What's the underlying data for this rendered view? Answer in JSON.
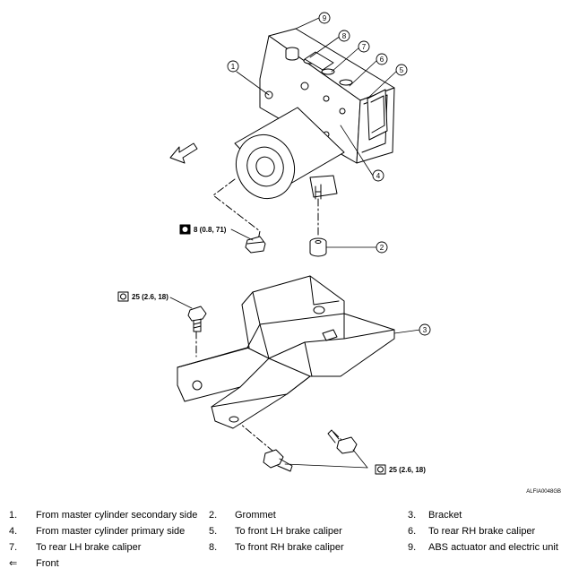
{
  "figure_code": "ALFIA0048GB",
  "callouts": [
    "1",
    "2",
    "3",
    "4",
    "5",
    "6",
    "7",
    "8",
    "9"
  ],
  "torque": {
    "nut": "8 (0.8, 71)",
    "bracket_bolt": "25 (2.6, 18)",
    "actuator_bolts": "25 (2.6, 18)"
  },
  "legend": [
    {
      "num": "1.",
      "text": "From master cylinder secondary side"
    },
    {
      "num": "2.",
      "text": "Grommet"
    },
    {
      "num": "3.",
      "text": "Bracket"
    },
    {
      "num": "4.",
      "text": "From master cylinder primary side"
    },
    {
      "num": "5.",
      "text": "To front LH brake caliper"
    },
    {
      "num": "6.",
      "text": "To rear RH brake caliper"
    },
    {
      "num": "7.",
      "text": "To rear LH brake caliper"
    },
    {
      "num": "8.",
      "text": "To front RH brake caliper"
    },
    {
      "num": "9.",
      "text": "ABS actuator and electric unit"
    }
  ],
  "front_symbol": "⇐",
  "front_label": "Front"
}
